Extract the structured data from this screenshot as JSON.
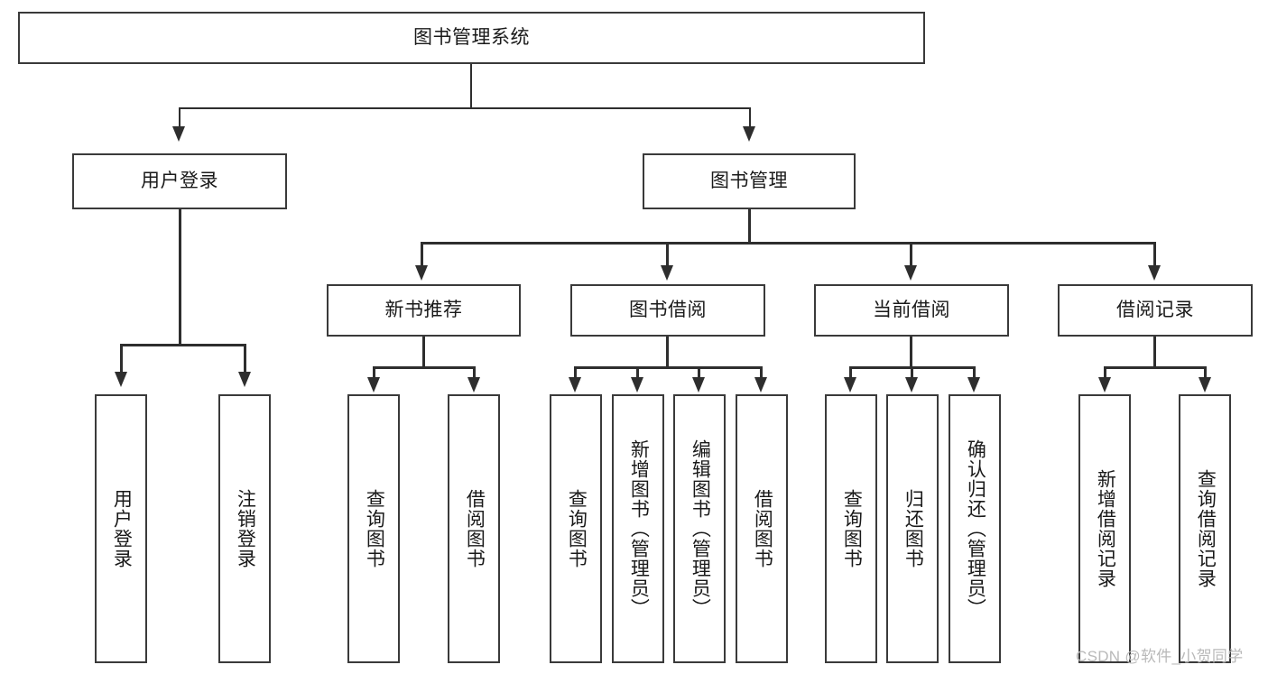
{
  "diagram": {
    "type": "tree",
    "title": "图书管理系统",
    "root": {
      "label": "图书管理系统"
    },
    "level2": [
      {
        "label": "用户登录"
      },
      {
        "label": "图书管理"
      }
    ],
    "level3": [
      {
        "label": "新书推荐"
      },
      {
        "label": "图书借阅"
      },
      {
        "label": "当前借阅"
      },
      {
        "label": "借阅记录"
      }
    ],
    "leaves": {
      "user_login": [
        {
          "label": "用户登录"
        },
        {
          "label": "注销登录"
        }
      ],
      "new_book_recommend": [
        {
          "label": "查询图书"
        },
        {
          "label": "借阅图书"
        }
      ],
      "book_borrow": [
        {
          "label": "查询图书"
        },
        {
          "label": "新增图书（管理员）"
        },
        {
          "label": "编辑图书（管理员）"
        },
        {
          "label": "借阅图书"
        }
      ],
      "current_borrow": [
        {
          "label": "查询图书"
        },
        {
          "label": "归还图书"
        },
        {
          "label": "确认归还（管理员）"
        }
      ],
      "borrow_record": [
        {
          "label": "新增借阅记录"
        },
        {
          "label": "查询借阅记录"
        }
      ]
    },
    "colors": {
      "border": "#3a3a3a",
      "line": "#2e2e2e",
      "text": "#1a1a1a",
      "background": "#ffffff",
      "watermark": "#b9b9b9"
    }
  },
  "watermark": {
    "text": "CSDN @软件_小贺同学"
  }
}
